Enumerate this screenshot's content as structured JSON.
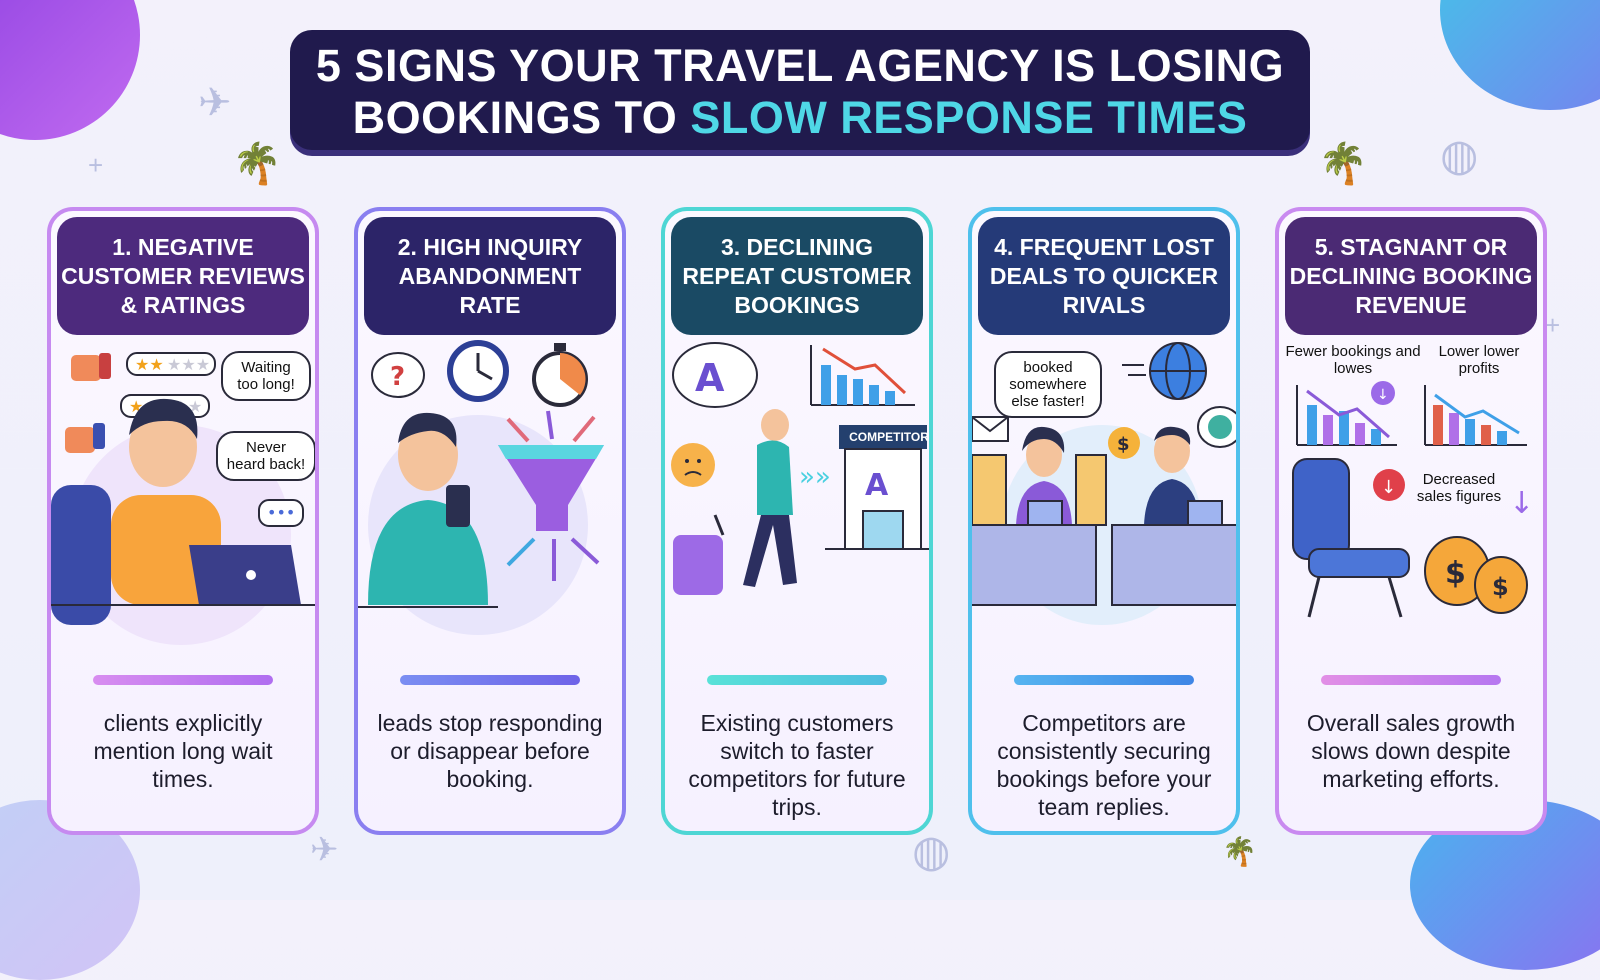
{
  "title": {
    "line1": "5 SIGNS YOUR TRAVEL AGENCY IS LOSING",
    "line2_prefix": "BOOKINGS TO ",
    "line2_highlight": "SLOW RESPONSE TIMES"
  },
  "cards": [
    {
      "heading": "1. NEGATIVE CUSTOMER REVIEWS & RATINGS",
      "bubbles": [
        "Waiting too long!",
        "Never heard back!"
      ],
      "description": "clients explicitly mention long wait times."
    },
    {
      "heading": "2. HIGH INQUIRY ABANDONMENT RATE",
      "description": "leads stop responding or disappear before booking."
    },
    {
      "heading": "3. DECLINING REPEAT CUSTOMER BOOKINGS",
      "sign_label": "COMPETITOR",
      "description": "Existing customers switch to faster competitors for future trips."
    },
    {
      "heading": "4. FREQUENT LOST DEALS TO QUICKER RIVALS",
      "bubble": "booked somewhere else faster!",
      "description": "Competitors are consistently securing bookings before your team replies."
    },
    {
      "heading": "5. STAGNANT OR DECLINING BOOKING REVENUE",
      "labels": [
        "Fewer bookings and lowes",
        "Lower lower profits",
        "Decreased sales figures"
      ],
      "description": "Overall sales growth slows down despite marketing efforts."
    }
  ],
  "colors": {
    "title_bg": "#201a4d",
    "highlight": "#4fd7e6"
  },
  "icons": [
    "airplane-icon",
    "palm-tree-icon",
    "globe-icon",
    "thumbs-down-icon",
    "star-rating-icon",
    "clock-icon",
    "stopwatch-icon",
    "funnel-icon",
    "suitcase-icon",
    "chart-down-icon",
    "envelope-icon",
    "dollar-icon",
    "airplane-seat-icon",
    "money-bag-icon"
  ]
}
